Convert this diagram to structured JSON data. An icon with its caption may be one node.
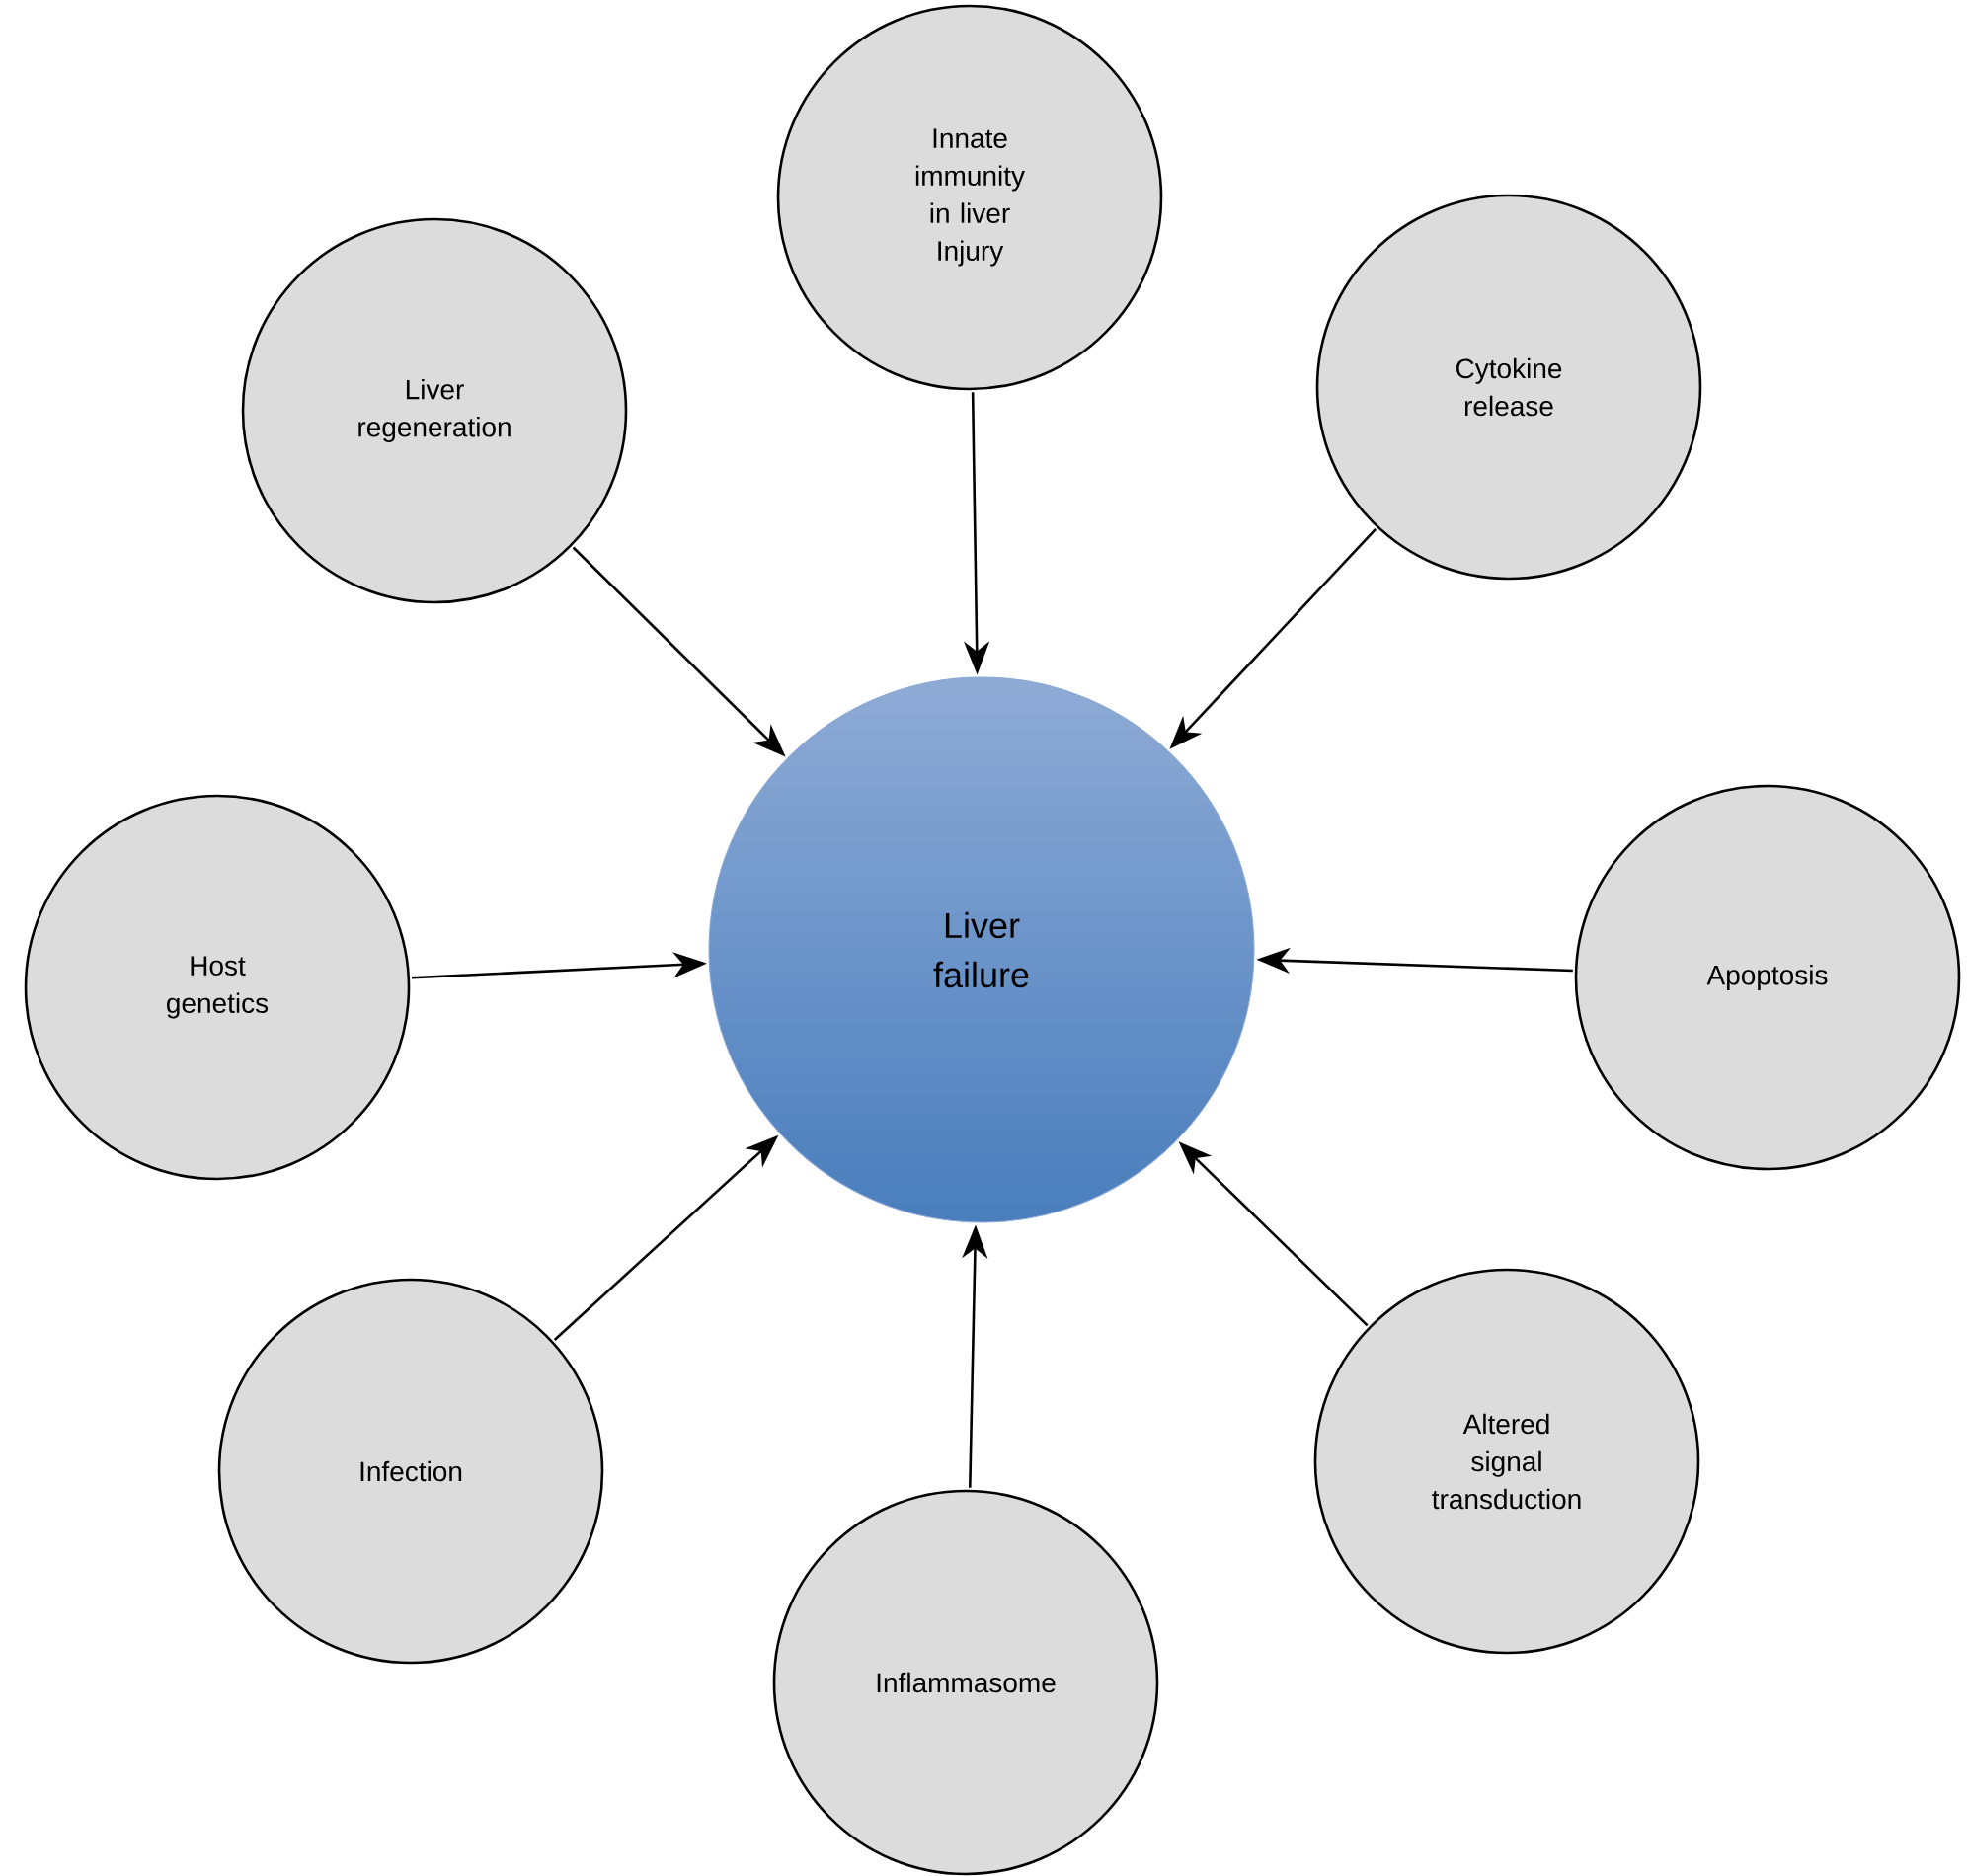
{
  "diagram": {
    "nodes": [
      {
        "text": [
          "Innate immunity in liver Injury"
        ]
      },
      {
        "text": [
          "Liver regeneration"
        ]
      },
      {
        "text": [
          "Cytokine release"
        ]
      },
      {
        "text": [
          "Host genetics"
        ]
      },
      {
        "text": [
          "Liver failure"
        ]
      },
      {
        "text": [
          "Apoptosis"
        ]
      },
      {
        "text": [
          "Infection"
        ]
      },
      {
        "text": [
          "Altered signal transduction"
        ]
      },
      {
        "text": [
          "Inflammasome"
        ]
      }
    ],
    "edges": [
      {
        "from": 0,
        "to": 4,
        "arrow": "to"
      },
      {
        "from": 1,
        "to": 4,
        "arrow": "to"
      },
      {
        "from": 2,
        "to": 4,
        "arrow": "to"
      },
      {
        "from": 3,
        "to": 4,
        "arrow": "to"
      },
      {
        "from": 5,
        "to": 4,
        "arrow": "to"
      },
      {
        "from": 6,
        "to": 4,
        "arrow": "to"
      },
      {
        "from": 7,
        "to": 4,
        "arrow": "to"
      },
      {
        "from": 8,
        "to": 4,
        "arrow": "to"
      }
    ]
  }
}
